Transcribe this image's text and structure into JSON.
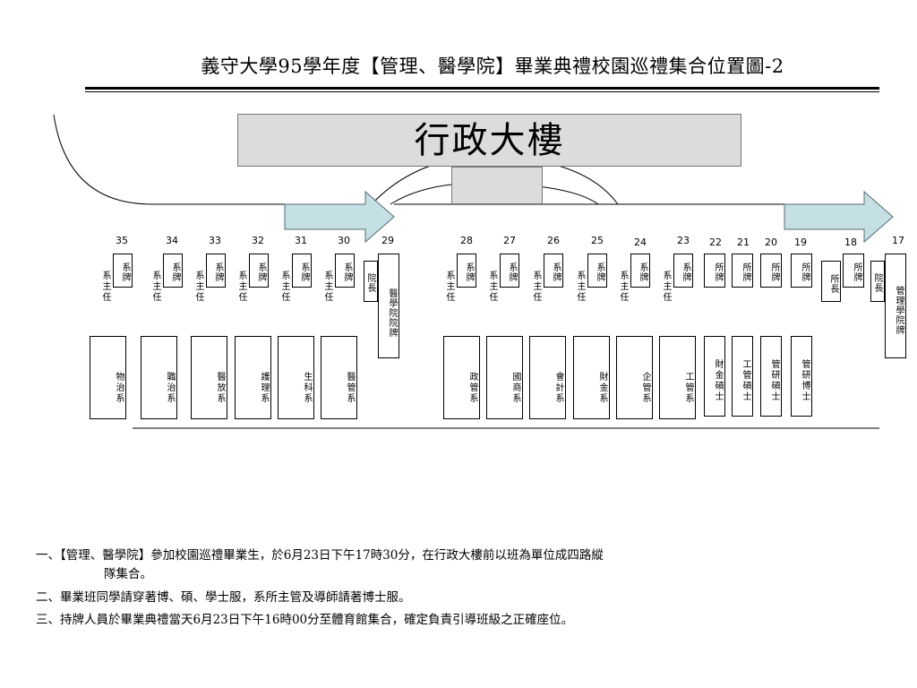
{
  "title": "義守大學95學年度【管理、醫學院】畢業典禮校園巡禮集合位置圖-2",
  "building": "行政大樓",
  "sign_dept": "系牌",
  "dept_head": "系主任",
  "sign_inst": "所牌",
  "inst_head": "所長",
  "dean": "院長",
  "college_signs": {
    "medicine": "醫學院院牌",
    "management": "管理學院牌"
  },
  "numbers": [
    "35",
    "34",
    "33",
    "32",
    "31",
    "30",
    "29",
    "28",
    "27",
    "26",
    "25",
    "24",
    "23",
    "22",
    "21",
    "20",
    "19",
    "18",
    "17"
  ],
  "departments": [
    "物治系",
    "職治系",
    "醫放系",
    "護理系",
    "生科系",
    "醫管系",
    "政管系",
    "國商系",
    "會計系",
    "財金系",
    "企管系",
    "工管系"
  ],
  "graduate_institutes": [
    "財金碩士",
    "工管碩士",
    "管研碩士",
    "管研博士"
  ],
  "notes": [
    "一、【管理、醫學院】參加校園巡禮畢業生，於6月23日下午17時30分，在行政大樓前以班為單位成四路縱",
    "隊集合。",
    "二、畢業班同學請穿著博、碩、學士服，系所主管及導師請著博士服。",
    "三、持牌人員於畢業典禮當天6月23日下午16時00分至體育館集合，確定負責引導班級之正確座位。"
  ],
  "colors": {
    "arrow_fill": "#c4e0e4",
    "arrow_stroke": "#556b70",
    "building_fill": "#dcdcdc"
  }
}
